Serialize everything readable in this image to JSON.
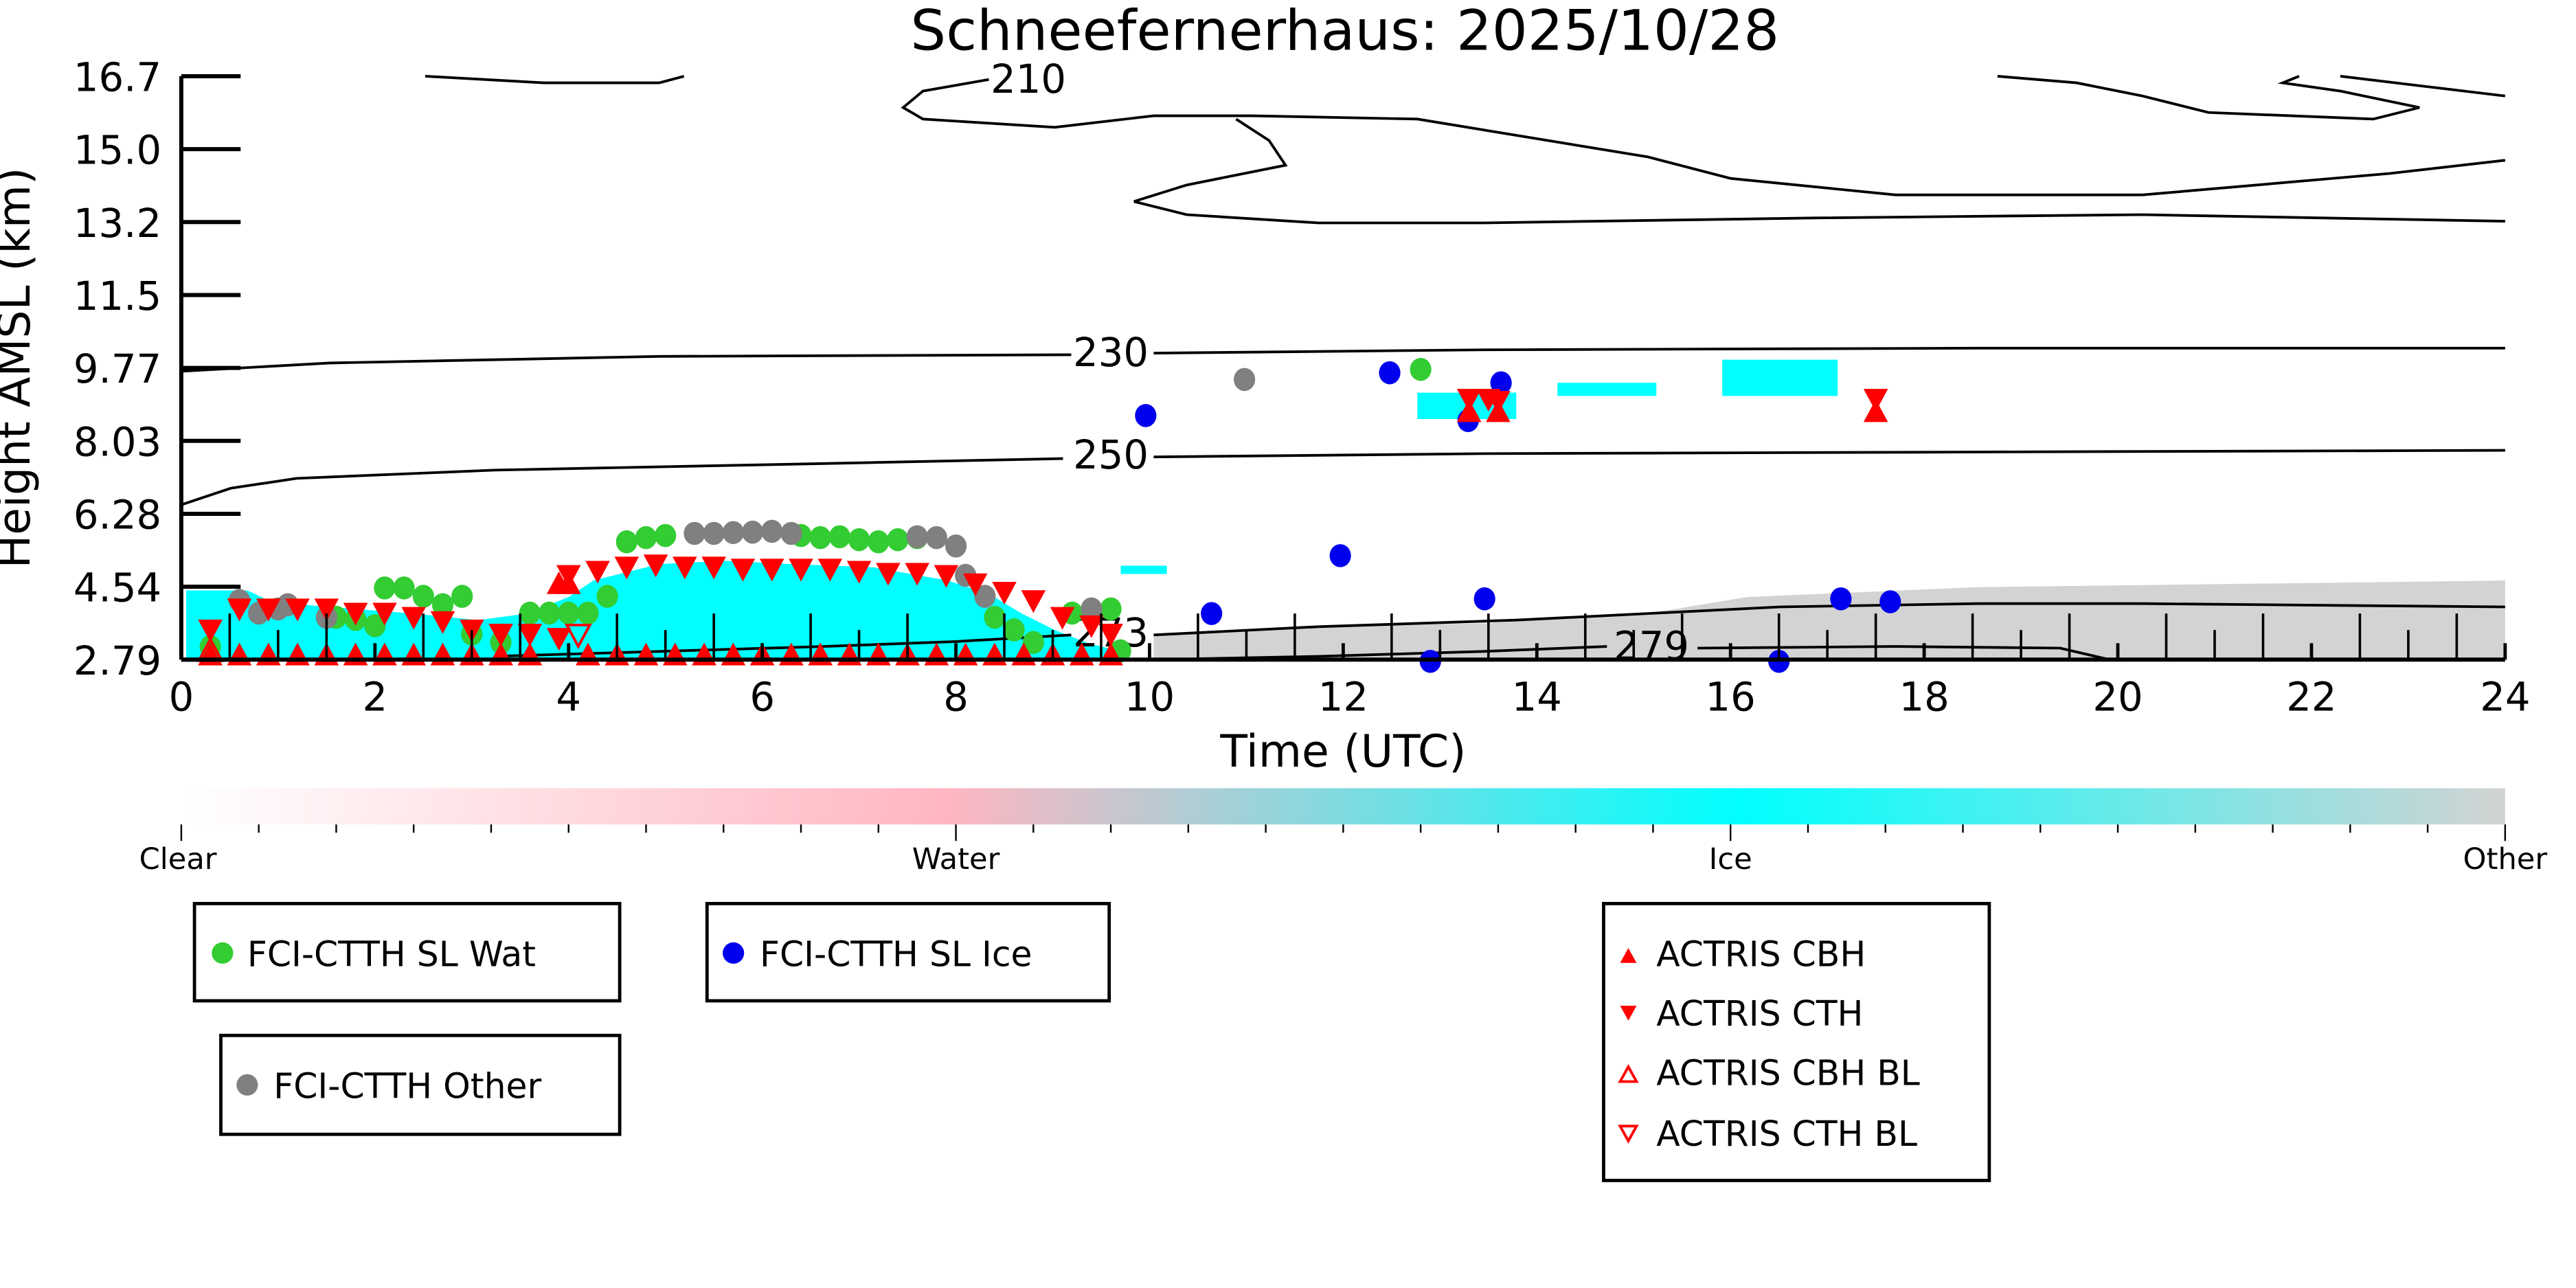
{
  "chart_data": {
    "type": "scatter",
    "title": "Schneefernerhaus: 2025/10/28",
    "xlabel": "Time (UTC)",
    "ylabel": "Height AMSL (km)",
    "xlim": [
      0,
      24
    ],
    "ylim": [
      2.79,
      16.7
    ],
    "xticks": [
      "0",
      "2",
      "4",
      "6",
      "8",
      "10",
      "12",
      "14",
      "16",
      "18",
      "20",
      "22",
      "24"
    ],
    "yticks": [
      "16.7",
      "15.0",
      "13.2",
      "11.5",
      "9.77",
      "8.03",
      "6.28",
      "4.54",
      "2.79"
    ],
    "contour_labels": [
      "210",
      "230",
      "250",
      "273",
      "279"
    ],
    "colorbar": {
      "labels": [
        "Clear",
        "Water",
        "Ice",
        "Other"
      ],
      "colors": [
        "#ffffff",
        "#ffb6c1",
        "#00ffff",
        "#d3d3d3"
      ]
    },
    "series": [
      {
        "name": "FCI-CTTH SL Wat",
        "color": "#33cc33",
        "marker": "circle",
        "points": [
          [
            0.3,
            3.1
          ],
          [
            1.6,
            3.8
          ],
          [
            1.8,
            3.75
          ],
          [
            2.0,
            3.6
          ],
          [
            2.1,
            4.5
          ],
          [
            2.3,
            4.5
          ],
          [
            2.5,
            4.3
          ],
          [
            2.7,
            4.1
          ],
          [
            2.9,
            4.3
          ],
          [
            3.0,
            3.4
          ],
          [
            3.3,
            3.2
          ],
          [
            3.6,
            3.9
          ],
          [
            3.8,
            3.9
          ],
          [
            4.0,
            3.9
          ],
          [
            4.2,
            3.9
          ],
          [
            4.4,
            4.3
          ],
          [
            4.6,
            5.6
          ],
          [
            4.8,
            5.7
          ],
          [
            5.0,
            5.75
          ],
          [
            6.4,
            5.75
          ],
          [
            6.6,
            5.7
          ],
          [
            6.8,
            5.72
          ],
          [
            7.0,
            5.65
          ],
          [
            7.2,
            5.6
          ],
          [
            7.4,
            5.65
          ],
          [
            7.6,
            5.7
          ],
          [
            8.4,
            3.8
          ],
          [
            8.6,
            3.5
          ],
          [
            8.8,
            3.2
          ],
          [
            9.2,
            3.9
          ],
          [
            9.4,
            3.9
          ],
          [
            9.6,
            4.0
          ],
          [
            9.7,
            3.0
          ],
          [
            12.8,
            9.71
          ]
        ]
      },
      {
        "name": "FCI-CTTH SL Ice",
        "color": "#0000ee",
        "marker": "circle",
        "points": [
          [
            9.96,
            8.61
          ],
          [
            10.64,
            3.89
          ],
          [
            11.97,
            5.27
          ],
          [
            12.48,
            9.63
          ],
          [
            12.9,
            2.75
          ],
          [
            13.29,
            8.49
          ],
          [
            13.46,
            4.24
          ],
          [
            13.63,
            9.39
          ],
          [
            16.5,
            2.75
          ],
          [
            17.14,
            4.24
          ],
          [
            17.65,
            4.17
          ]
        ]
      },
      {
        "name": "FCI-CTTH Other",
        "color": "#808080",
        "marker": "circle",
        "points": [
          [
            0.6,
            4.2
          ],
          [
            0.8,
            3.9
          ],
          [
            1.0,
            4.0
          ],
          [
            1.1,
            4.1
          ],
          [
            1.5,
            3.8
          ],
          [
            5.3,
            5.8
          ],
          [
            5.5,
            5.8
          ],
          [
            5.7,
            5.82
          ],
          [
            5.9,
            5.83
          ],
          [
            6.1,
            5.85
          ],
          [
            6.3,
            5.8
          ],
          [
            7.6,
            5.72
          ],
          [
            7.8,
            5.7
          ],
          [
            8.0,
            5.5
          ],
          [
            8.1,
            4.8
          ],
          [
            8.3,
            4.3
          ],
          [
            9.4,
            4.0
          ],
          [
            10.98,
            9.47
          ]
        ]
      },
      {
        "name": "ACTRIS CBH",
        "color": "#ff0000",
        "marker": "triangle-up",
        "points": [
          [
            0.3,
            2.9
          ],
          [
            0.6,
            2.9
          ],
          [
            0.9,
            2.9
          ],
          [
            1.2,
            2.9
          ],
          [
            1.5,
            2.9
          ],
          [
            1.8,
            2.9
          ],
          [
            2.1,
            2.9
          ],
          [
            2.4,
            2.9
          ],
          [
            2.7,
            2.9
          ],
          [
            3.0,
            2.9
          ],
          [
            3.3,
            2.9
          ],
          [
            3.6,
            2.9
          ],
          [
            3.9,
            4.6
          ],
          [
            4.0,
            4.6
          ],
          [
            4.2,
            2.9
          ],
          [
            4.5,
            2.9
          ],
          [
            4.8,
            2.9
          ],
          [
            5.1,
            2.9
          ],
          [
            5.4,
            2.9
          ],
          [
            5.7,
            2.9
          ],
          [
            6.0,
            2.9
          ],
          [
            6.3,
            2.9
          ],
          [
            6.6,
            2.9
          ],
          [
            6.9,
            2.9
          ],
          [
            7.2,
            2.9
          ],
          [
            7.5,
            2.9
          ],
          [
            7.8,
            2.9
          ],
          [
            8.1,
            2.9
          ],
          [
            8.4,
            2.9
          ],
          [
            8.7,
            2.9
          ],
          [
            9.0,
            2.9
          ],
          [
            9.3,
            2.9
          ],
          [
            9.6,
            2.9
          ],
          [
            13.3,
            8.7
          ],
          [
            13.6,
            8.7
          ],
          [
            17.5,
            8.7
          ]
        ]
      },
      {
        "name": "ACTRIS CTH",
        "color": "#ff0000",
        "marker": "triangle-down",
        "points": [
          [
            0.3,
            3.5
          ],
          [
            0.6,
            4.0
          ],
          [
            0.9,
            4.0
          ],
          [
            1.2,
            4.0
          ],
          [
            1.5,
            4.0
          ],
          [
            1.8,
            3.9
          ],
          [
            2.1,
            3.9
          ],
          [
            2.4,
            3.8
          ],
          [
            2.7,
            3.7
          ],
          [
            3.0,
            3.5
          ],
          [
            3.3,
            3.4
          ],
          [
            3.6,
            3.4
          ],
          [
            3.9,
            3.3
          ],
          [
            4.0,
            4.8
          ],
          [
            4.3,
            4.9
          ],
          [
            4.6,
            5.0
          ],
          [
            4.9,
            5.05
          ],
          [
            5.2,
            5.0
          ],
          [
            5.5,
            5.0
          ],
          [
            5.8,
            4.95
          ],
          [
            6.1,
            4.95
          ],
          [
            6.4,
            4.95
          ],
          [
            6.7,
            4.95
          ],
          [
            7.0,
            4.9
          ],
          [
            7.3,
            4.85
          ],
          [
            7.6,
            4.85
          ],
          [
            7.9,
            4.8
          ],
          [
            8.2,
            4.6
          ],
          [
            8.5,
            4.4
          ],
          [
            8.8,
            4.2
          ],
          [
            9.1,
            3.8
          ],
          [
            9.4,
            3.6
          ],
          [
            9.6,
            3.4
          ],
          [
            13.3,
            9.0
          ],
          [
            13.5,
            9.0
          ],
          [
            13.6,
            8.95
          ],
          [
            17.5,
            9.0
          ]
        ]
      },
      {
        "name": "ACTRIS CBH BL",
        "color": "#ff0000",
        "marker": "triangle-up-open",
        "points": [
          [
            0.3,
            3.0
          ]
        ]
      },
      {
        "name": "ACTRIS CTH BL",
        "color": "#ff0000",
        "marker": "triangle-down-open",
        "points": [
          [
            4.1,
            3.38
          ]
        ]
      }
    ]
  }
}
